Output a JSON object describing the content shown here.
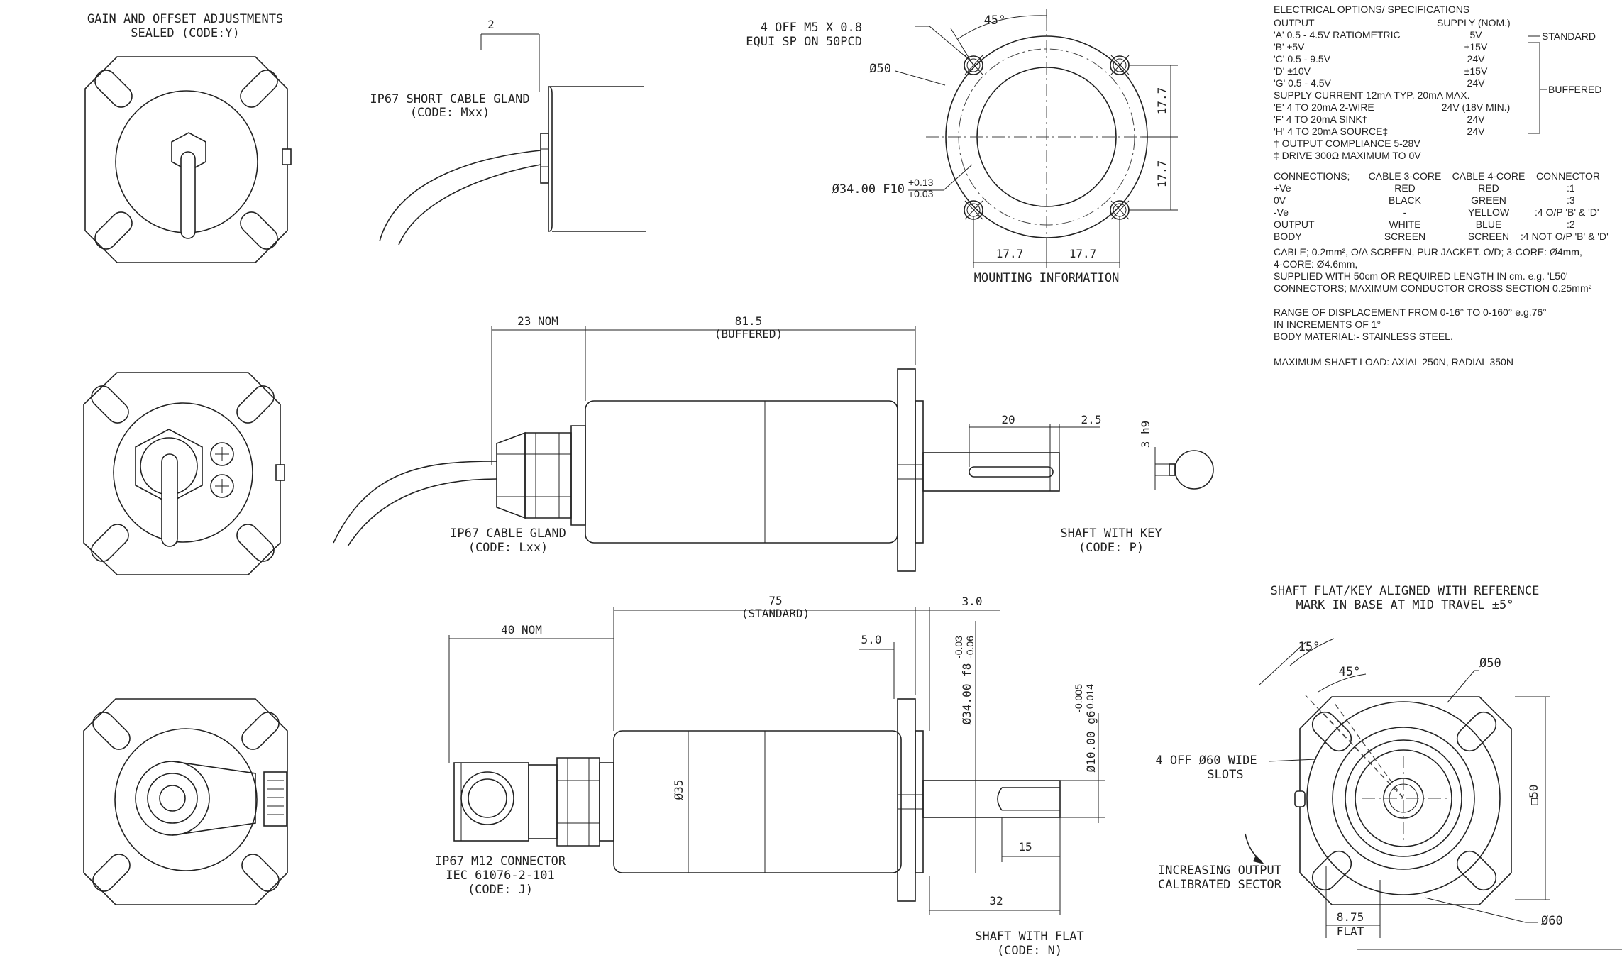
{
  "labels": {
    "gain_offset_1": "GAIN AND OFFSET ADJUSTMENTS",
    "gain_offset_2": "SEALED (CODE:Y)",
    "short_gland_1": "IP67 SHORT CABLE GLAND",
    "short_gland_2": "(CODE: Mxx)",
    "dim_2": "2",
    "mount_holes_1": "4 OFF  M5 X 0.8",
    "mount_holes_2": "EQUI SP ON 50PCD",
    "mount_angle": "45°",
    "mount_dia50": "Ø50",
    "mount_bore": "Ø34.00 F10",
    "mount_bore_tol_up": "+0.13",
    "mount_bore_tol_lo": "+0.03",
    "mount_v1": "17.7",
    "mount_v2": "17.7",
    "mount_h1": "17.7",
    "mount_h2": "17.7",
    "mounting_info": "MOUNTING INFORMATION",
    "dim_23": "23 NOM",
    "dim_815": "81.5",
    "buffered": "(BUFFERED)",
    "dim_20": "20",
    "dim_25": "2.5",
    "dim_3h9": "3 h9",
    "cable_gland_1": "IP67 CABLE GLAND",
    "cable_gland_2": "(CODE: Lxx)",
    "shaft_key_1": "SHAFT WITH KEY",
    "shaft_key_2": "(CODE: P)",
    "dim_40": "40 NOM",
    "dim_75": "75",
    "standard": "(STANDARD)",
    "dim_30": "3.0",
    "dim_50": "5.0",
    "dim_34f8": "Ø34.00 f8",
    "dim_34f8_tol_up": "-0.03",
    "dim_34f8_tol_lo": "-0.06",
    "dim_10g6": "Ø10.00 g6",
    "dim_10g6_tol_up": "-0.005",
    "dim_10g6_tol_lo": "-0.014",
    "dim_35": "Ø35",
    "dim_15": "15",
    "dim_32": "32",
    "m12_1": "IP67 M12 CONNECTOR",
    "m12_2": "IEC 61076-2-101",
    "m12_3": "(CODE: J)",
    "shaft_flat_1": "SHAFT WITH FLAT",
    "shaft_flat_2": "(CODE: N)",
    "align_1": "SHAFT FLAT/KEY ALIGNED WITH REFERENCE",
    "align_2": "MARK IN BASE AT MID TRAVEL ±5°",
    "angle_15": "15°",
    "angle_45": "45°",
    "dia50": "Ø50",
    "slots_1": "4 OFF Ø60 WIDE",
    "slots_2": "SLOTS",
    "square50": "□50",
    "increasing_1": "INCREASING OUTPUT",
    "increasing_2": "CALIBRATED SECTOR",
    "flat_875": "8.75",
    "flat": "FLAT",
    "dia60": "Ø60"
  },
  "specs": {
    "title": "ELECTRICAL OPTIONS/ SPECIFICATIONS",
    "col_output": "OUTPUT",
    "col_supply": "SUPPLY (NOM.)",
    "rows": [
      {
        "output": "'A' 0.5 - 4.5V RATIOMETRIC",
        "supply": "5V"
      },
      {
        "output": "'B' ±5V",
        "supply": "±15V"
      },
      {
        "output": "'C' 0.5 - 9.5V",
        "supply": "24V"
      },
      {
        "output": "'D' ±10V",
        "supply": "±15V"
      },
      {
        "output": "'G' 0.5 - 4.5V",
        "supply": "24V"
      }
    ],
    "supply_current": "SUPPLY CURRENT 12mA TYP. 20mA MAX.",
    "rows2": [
      {
        "output": "'E' 4 TO 20mA 2-WIRE",
        "supply": "24V (18V MIN.)"
      },
      {
        "output": "'F' 4 TO 20mA SINK†",
        "supply": "24V"
      },
      {
        "output": "'H' 4 TO 20mA SOURCE‡",
        "supply": "24V"
      }
    ],
    "note1": "† OUTPUT COMPLIANCE 5-28V",
    "note2": "‡ DRIVE 300Ω MAXIMUM TO 0V",
    "standard": "STANDARD",
    "buffered": "BUFFERED"
  },
  "connections": {
    "headers": [
      "CONNECTIONS;",
      "CABLE 3-CORE",
      "CABLE 4-CORE",
      "CONNECTOR"
    ],
    "rows": [
      [
        "+Ve",
        "RED",
        "RED",
        ":1"
      ],
      [
        "0V",
        "BLACK",
        "GREEN",
        ":3"
      ],
      [
        "-Ve",
        "-",
        "YELLOW",
        ":4 O/P 'B' & 'D'"
      ],
      [
        "OUTPUT",
        "WHITE",
        "BLUE",
        ":2"
      ],
      [
        "BODY",
        "SCREEN",
        "SCREEN",
        ":4 NOT O/P 'B' & 'D'"
      ]
    ]
  },
  "notes": [
    "CABLE; 0.2mm², O/A SCREEN, PUR JACKET. O/D; 3-CORE: Ø4mm,",
    "4-CORE: Ø4.6mm,",
    "SUPPLIED WITH 50cm OR REQUIRED LENGTH IN cm.  e.g. 'L50'",
    "CONNECTORS; MAXIMUM CONDUCTOR CROSS SECTION 0.25mm²",
    "RANGE OF DISPLACEMENT FROM 0-16° TO 0-160° e.g.76°",
    "IN INCREMENTS OF 1°",
    "BODY MATERIAL:- STAINLESS STEEL.",
    "MAXIMUM SHAFT LOAD: AXIAL 250N, RADIAL 350N"
  ]
}
